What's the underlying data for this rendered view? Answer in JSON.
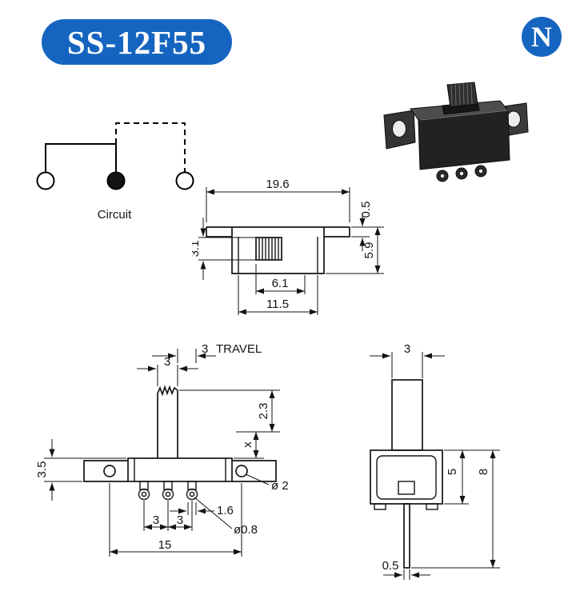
{
  "colors": {
    "accent": "#1565c0",
    "ink": "#141414"
  },
  "header": {
    "badge_text": "SS-12F55",
    "logo_letter": "N"
  },
  "circuit": {
    "label": "Circuit"
  },
  "top_view": {
    "total_width": "19.6",
    "plate_thickness": "0.5",
    "body_height": "5.9",
    "knob_height": "3.1",
    "knob_width": "6.1",
    "body_width": "11.5"
  },
  "front_view": {
    "travel_value": "3",
    "travel_label": "TRAVEL",
    "knob_width": "3",
    "upper_height": "2.3",
    "variable_height": "x",
    "frame_height": "3.5",
    "ear_hole_dia": "ø 2",
    "terminal_width": "1.6",
    "terminal_hole_dia": "ø0.8",
    "pitch_left": "3",
    "pitch_right": "3",
    "hole_span": "15"
  },
  "side_view": {
    "knob_width": "3",
    "base_height": "5",
    "total_height": "8",
    "pin_thickness": "0.5"
  }
}
